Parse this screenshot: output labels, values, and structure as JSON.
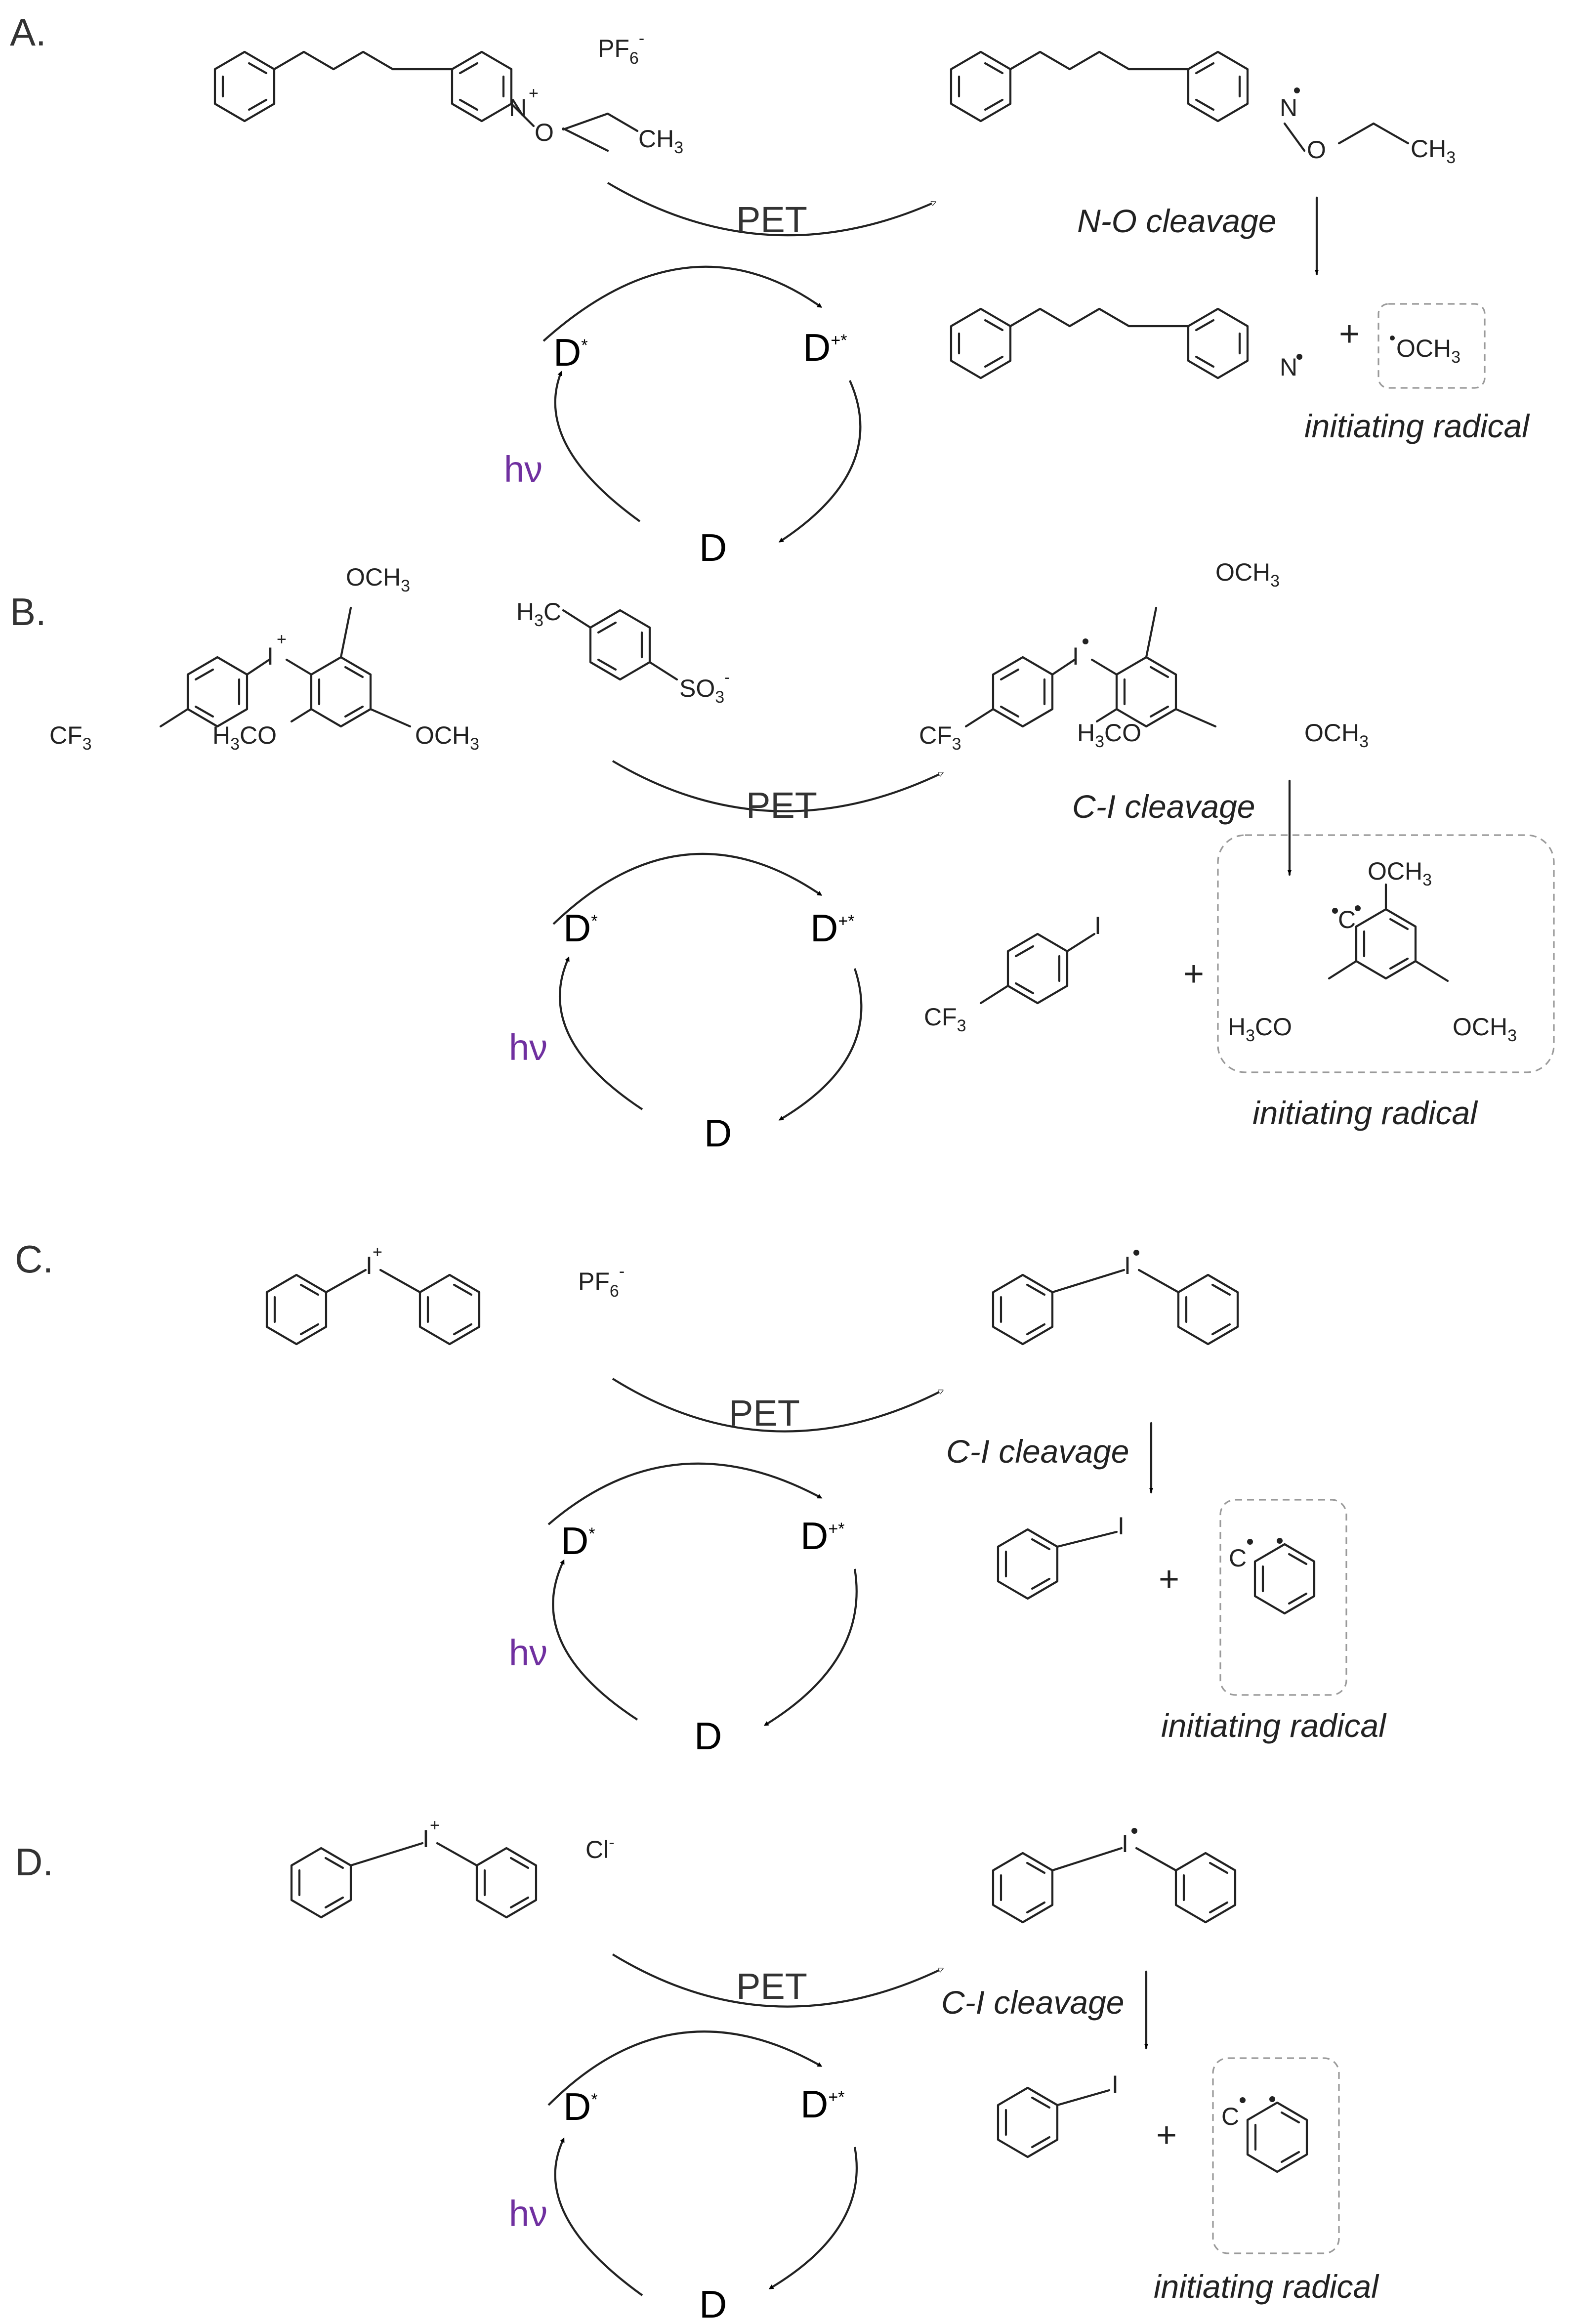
{
  "panels": [
    {
      "label": "A.",
      "counterion": "PF",
      "counterion_sub": "6",
      "counterion_sup": "-",
      "pet": "PET",
      "cleavage": "N-O cleavage",
      "radical_label": "initiating radical",
      "radical_text": "OCH",
      "radical_sub": "3"
    },
    {
      "label": "B.",
      "pet": "PET",
      "cleavage": "C-I cleavage",
      "radical_label": "initiating radical"
    },
    {
      "label": "C.",
      "counterion": "PF",
      "counterion_sub": "6",
      "counterion_sup": "-",
      "pet": "PET",
      "cleavage": "C-I cleavage",
      "radical_label": "initiating radical"
    },
    {
      "label": "D.",
      "counterion": "Cl",
      "counterion_sup": "-",
      "pet": "PET",
      "cleavage": "C-I cleavage",
      "radical_label": "initiating radical"
    }
  ],
  "cycle": {
    "excited": "D",
    "excited_sup": "*",
    "oxidized": "D",
    "oxidized_sup": "+*",
    "ground": "D",
    "light": "hν",
    "light_color": "#7030a0"
  },
  "atoms": {
    "N": "N",
    "plus": "+",
    "minus": "-",
    "O": "O",
    "CH": "CH",
    "three": "3",
    "I": "I",
    "C": "C",
    "OCH": "OCH",
    "H3CO_H": "H",
    "H3CO_CO": "CO",
    "CF": "CF",
    "SO": "SO",
    "HC_H": "H",
    "HC_C": "C"
  }
}
